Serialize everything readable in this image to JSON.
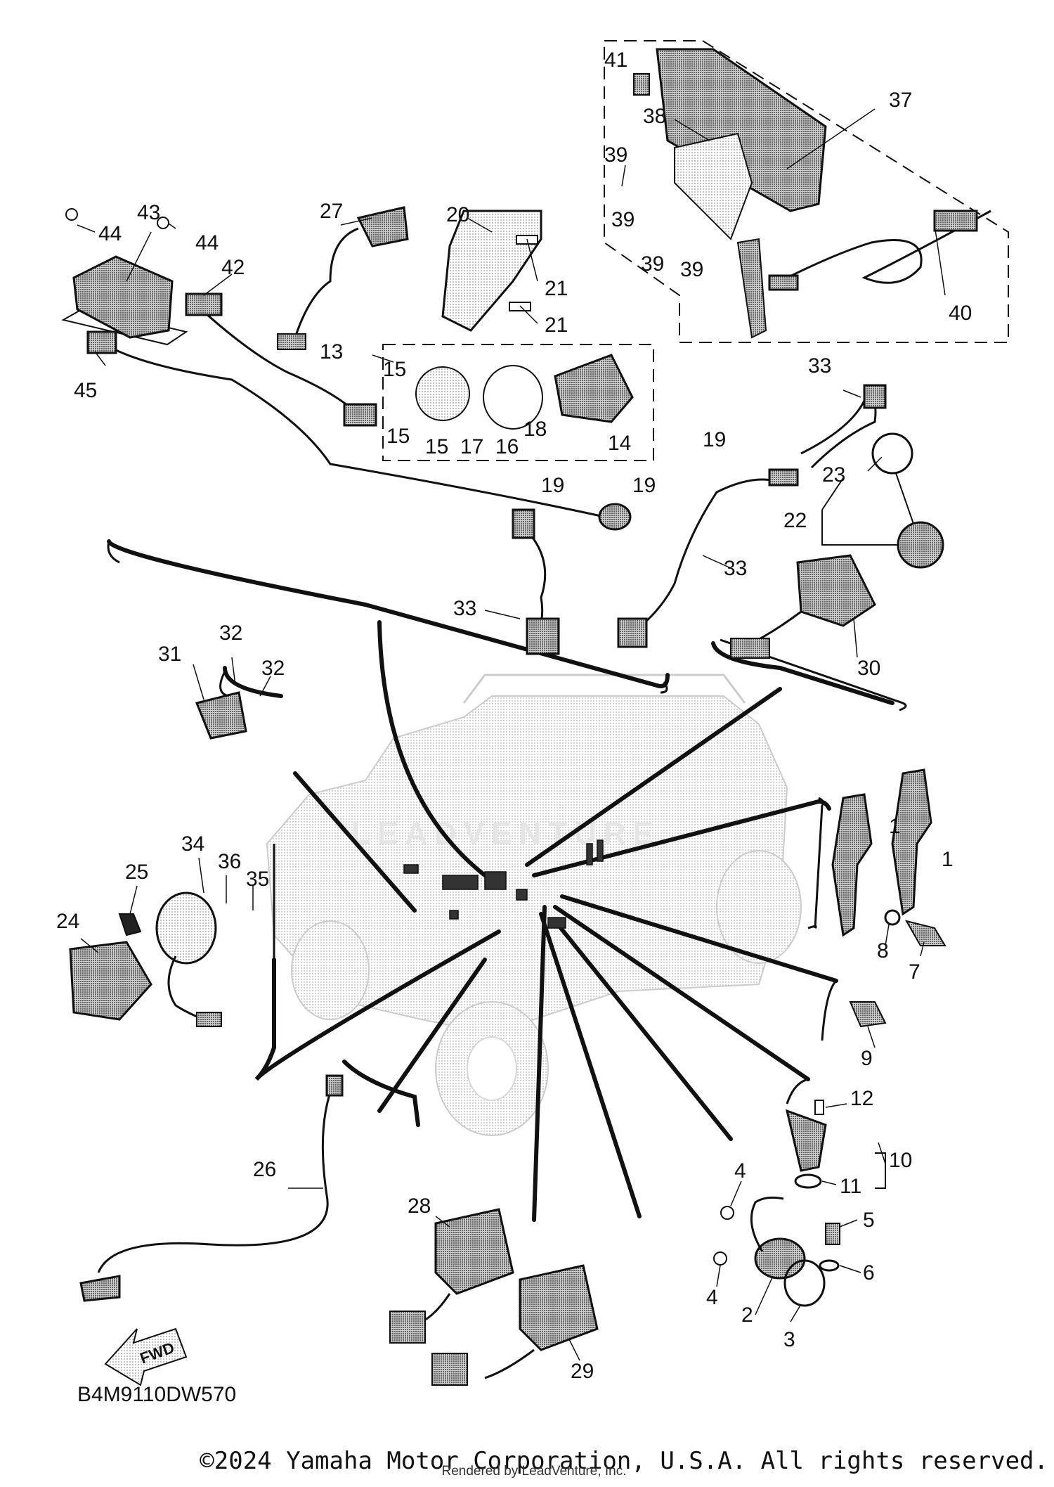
{
  "diagram": {
    "code": "B4M9110DW570",
    "fwd_label": "FWD",
    "watermark": "LEADVENTURE",
    "callouts": [
      "1",
      "1",
      "2",
      "3",
      "4",
      "4",
      "5",
      "6",
      "7",
      "8",
      "9",
      "10",
      "11",
      "12",
      "13",
      "14",
      "15",
      "15",
      "15",
      "16",
      "17",
      "18",
      "19",
      "19",
      "19",
      "20",
      "21",
      "21",
      "22",
      "23",
      "24",
      "25",
      "26",
      "27",
      "28",
      "29",
      "30",
      "31",
      "32",
      "32",
      "33",
      "33",
      "33",
      "34",
      "35",
      "36",
      "37",
      "38",
      "39",
      "39",
      "39",
      "39",
      "40",
      "41",
      "42",
      "43",
      "44",
      "44",
      "45"
    ]
  },
  "footer": {
    "copyright": "©2024 Yamaha Motor Corporation, U.S.A. All rights reserved.",
    "rendered_by": "Rendered by LeadVenture, Inc."
  }
}
